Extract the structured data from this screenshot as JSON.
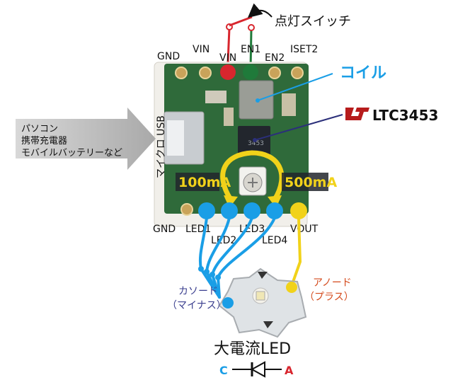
{
  "switch_label": "点灯スイッチ",
  "pins_top": {
    "gnd": "GND",
    "vin_a": "VIN",
    "vin_b": "VIN",
    "en1": "EN1",
    "en2": "EN2",
    "iset2": "ISET2"
  },
  "pins_bottom": {
    "gnd": "GND",
    "led1": "LED1",
    "led2": "LED2",
    "led3": "LED3",
    "led4": "LED4",
    "vout": "VOUT"
  },
  "coil_label": "コイル",
  "chip": {
    "label": "LTC3453",
    "marking": "3453"
  },
  "usb_label": "マイクロ USB",
  "source": {
    "line1": "パソコン",
    "line2": "携帯充電器",
    "line3": "モバイルバッテリーなど"
  },
  "current": {
    "low": "100mA",
    "high": "500mA"
  },
  "cathode": {
    "line1": "カソード",
    "line2": "（マイナス）"
  },
  "anode": {
    "line1": "アノード",
    "line2": "（プラス）"
  },
  "led_title": "大電流LED",
  "diode": {
    "c": "C",
    "a": "A"
  },
  "colors": {
    "board": "#2f6a3a",
    "pcb_bg": "#f1efea",
    "pad": "#c9a35a",
    "red_wire": "#d8262e",
    "green_wire": "#1f7a3a",
    "blue": "#1a9ee6",
    "yellow": "#f1d21a",
    "navy": "#2b2f7a",
    "cathode_text": "#3a3e8e",
    "anode_text": "#d44a1c"
  }
}
